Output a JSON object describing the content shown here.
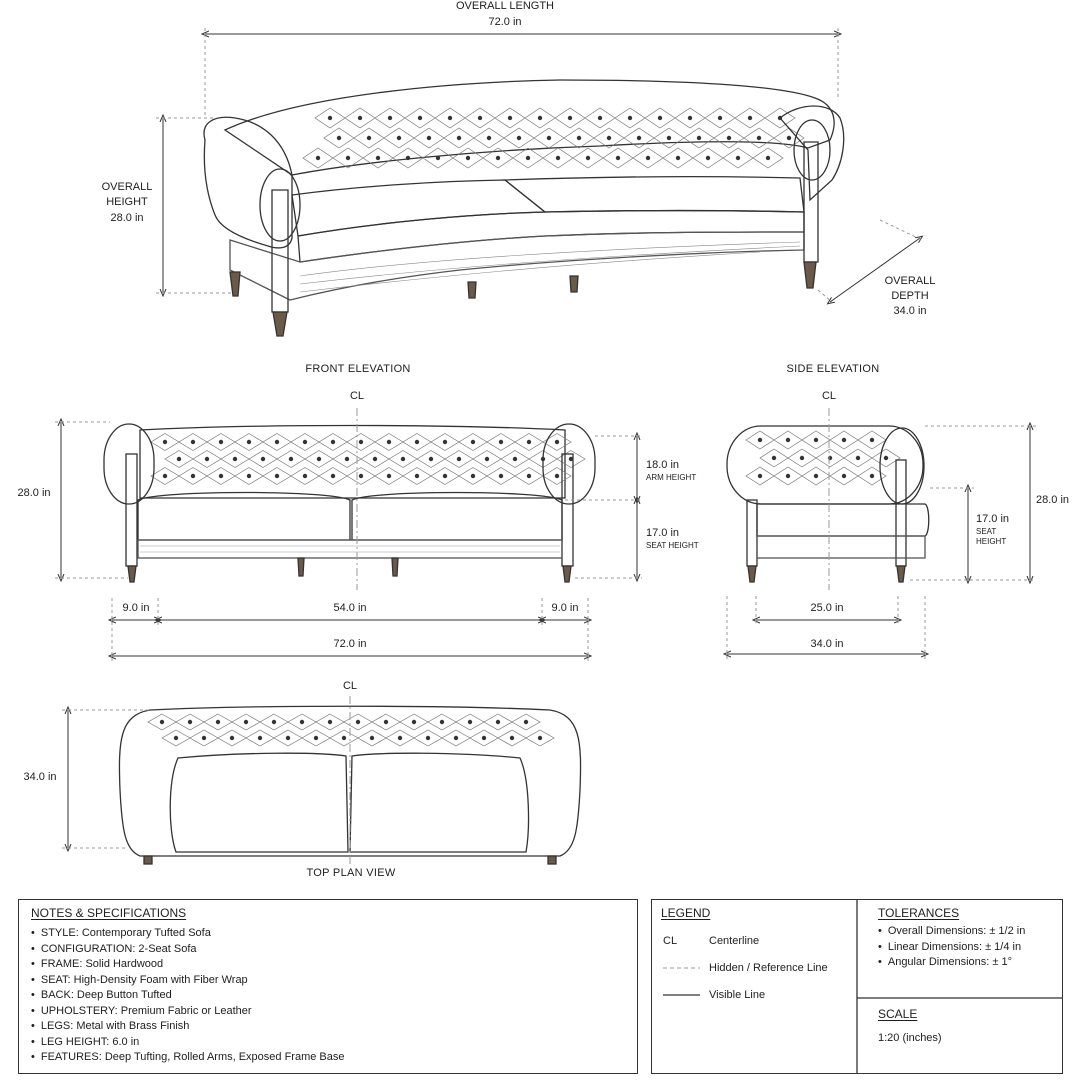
{
  "perspective": {
    "length_title": "OVERALL LENGTH",
    "length_value": "72.0 in",
    "height_title_1": "OVERALL",
    "height_title_2": "HEIGHT",
    "height_value": "28.0 in",
    "depth_title_1": "OVERALL",
    "depth_title_2": "DEPTH",
    "depth_value": "34.0 in"
  },
  "front": {
    "title": "FRONT ELEVATION",
    "cl": "CL",
    "overall_height": "28.0 in",
    "arm_height_value": "18.0 in",
    "arm_height_label": "ARM HEIGHT",
    "seat_height_value": "17.0 in",
    "seat_height_label": "SEAT HEIGHT",
    "arm_left": "9.0 in",
    "seat_width": "54.0 in",
    "arm_right": "9.0 in",
    "overall_width": "72.0 in"
  },
  "side": {
    "title": "SIDE ELEVATION",
    "cl": "CL",
    "seat_height_value": "17.0 in",
    "seat_height_label_1": "SEAT",
    "seat_height_label_2": "HEIGHT",
    "overall_height": "28.0 in",
    "seat_depth": "25.0 in",
    "overall_depth": "34.0 in"
  },
  "top": {
    "title": "TOP PLAN VIEW",
    "cl": "CL",
    "depth": "34.0 in"
  },
  "notes": {
    "heading": "NOTES & SPECIFICATIONS",
    "items": [
      "STYLE: Contemporary Tufted Sofa",
      "CONFIGURATION: 2-Seat Sofa",
      "FRAME: Solid Hardwood",
      "SEAT: High-Density Foam with Fiber Wrap",
      "BACK: Deep Button Tufted",
      "UPHOLSTERY: Premium Fabric or Leather",
      "LEGS: Metal with Brass Finish",
      "LEG HEIGHT:  6.0 in",
      "FEATURES: Deep Tufting, Rolled Arms, Exposed Frame Base"
    ]
  },
  "legend": {
    "heading": "LEGEND",
    "cl_symbol": "CL",
    "cl_label": "Centerline",
    "hidden_label": "Hidden / Reference Line",
    "visible_label": "Visible Line"
  },
  "tolerances": {
    "heading": "TOLERANCES",
    "items": [
      "Overall Dimensions: ± 1/2 in",
      "Linear Dimensions: ± 1/4 in",
      "Angular Dimensions: ± 1°"
    ]
  },
  "scale": {
    "heading": "SCALE",
    "value": "1:20 (inches)"
  },
  "colors": {
    "line": "#333333",
    "hidden_line": "#999999",
    "wood": "#6b5a48"
  }
}
